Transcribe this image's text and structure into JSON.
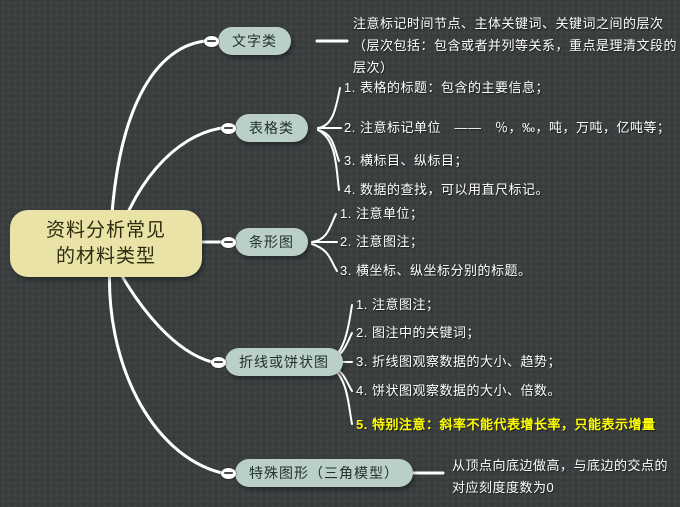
{
  "canvas": {
    "background_color": "#3b3f40",
    "wire_color": "#ffffff",
    "central_node_color": "#e9e3a7",
    "branch_node_color": "#b9cfc7",
    "text_color": "#ffffff",
    "highlight_color": "#ffff00"
  },
  "central": {
    "line1": "资料分析常见",
    "line2": "的材料类型"
  },
  "branches": [
    {
      "label": "文字类",
      "leaves": [
        "注意标记时间节点、主体关键词、关键词之间的层次（层次包括：包含或者并列等关系，重点是理清文段的层次）"
      ]
    },
    {
      "label": "表格类",
      "leaves": [
        "1. 表格的标题：包含的主要信息；",
        "2. 注意标记单位　——　％，‰，吨，万吨，亿吨等；",
        "3. 横标目、纵标目；",
        "4. 数据的查找，可以用直尺标记。"
      ]
    },
    {
      "label": "条形图",
      "leaves": [
        "1. 注意单位；",
        "2. 注意图注；",
        "3. 横坐标、纵坐标分别的标题。"
      ]
    },
    {
      "label": "折线或饼状图",
      "leaves": [
        "1. 注意图注；",
        "2. 图注中的关键词；",
        "3. 折线图观察数据的大小、趋势；",
        "4. 饼状图观察数据的大小、倍数。",
        "5. 特别注意：斜率不能代表增长率，只能表示增量"
      ]
    },
    {
      "label": "特殊图形（三角模型）",
      "leaves": [
        "从顶点向底边做高，与底边的交点的对应刻度度数为0"
      ]
    }
  ]
}
